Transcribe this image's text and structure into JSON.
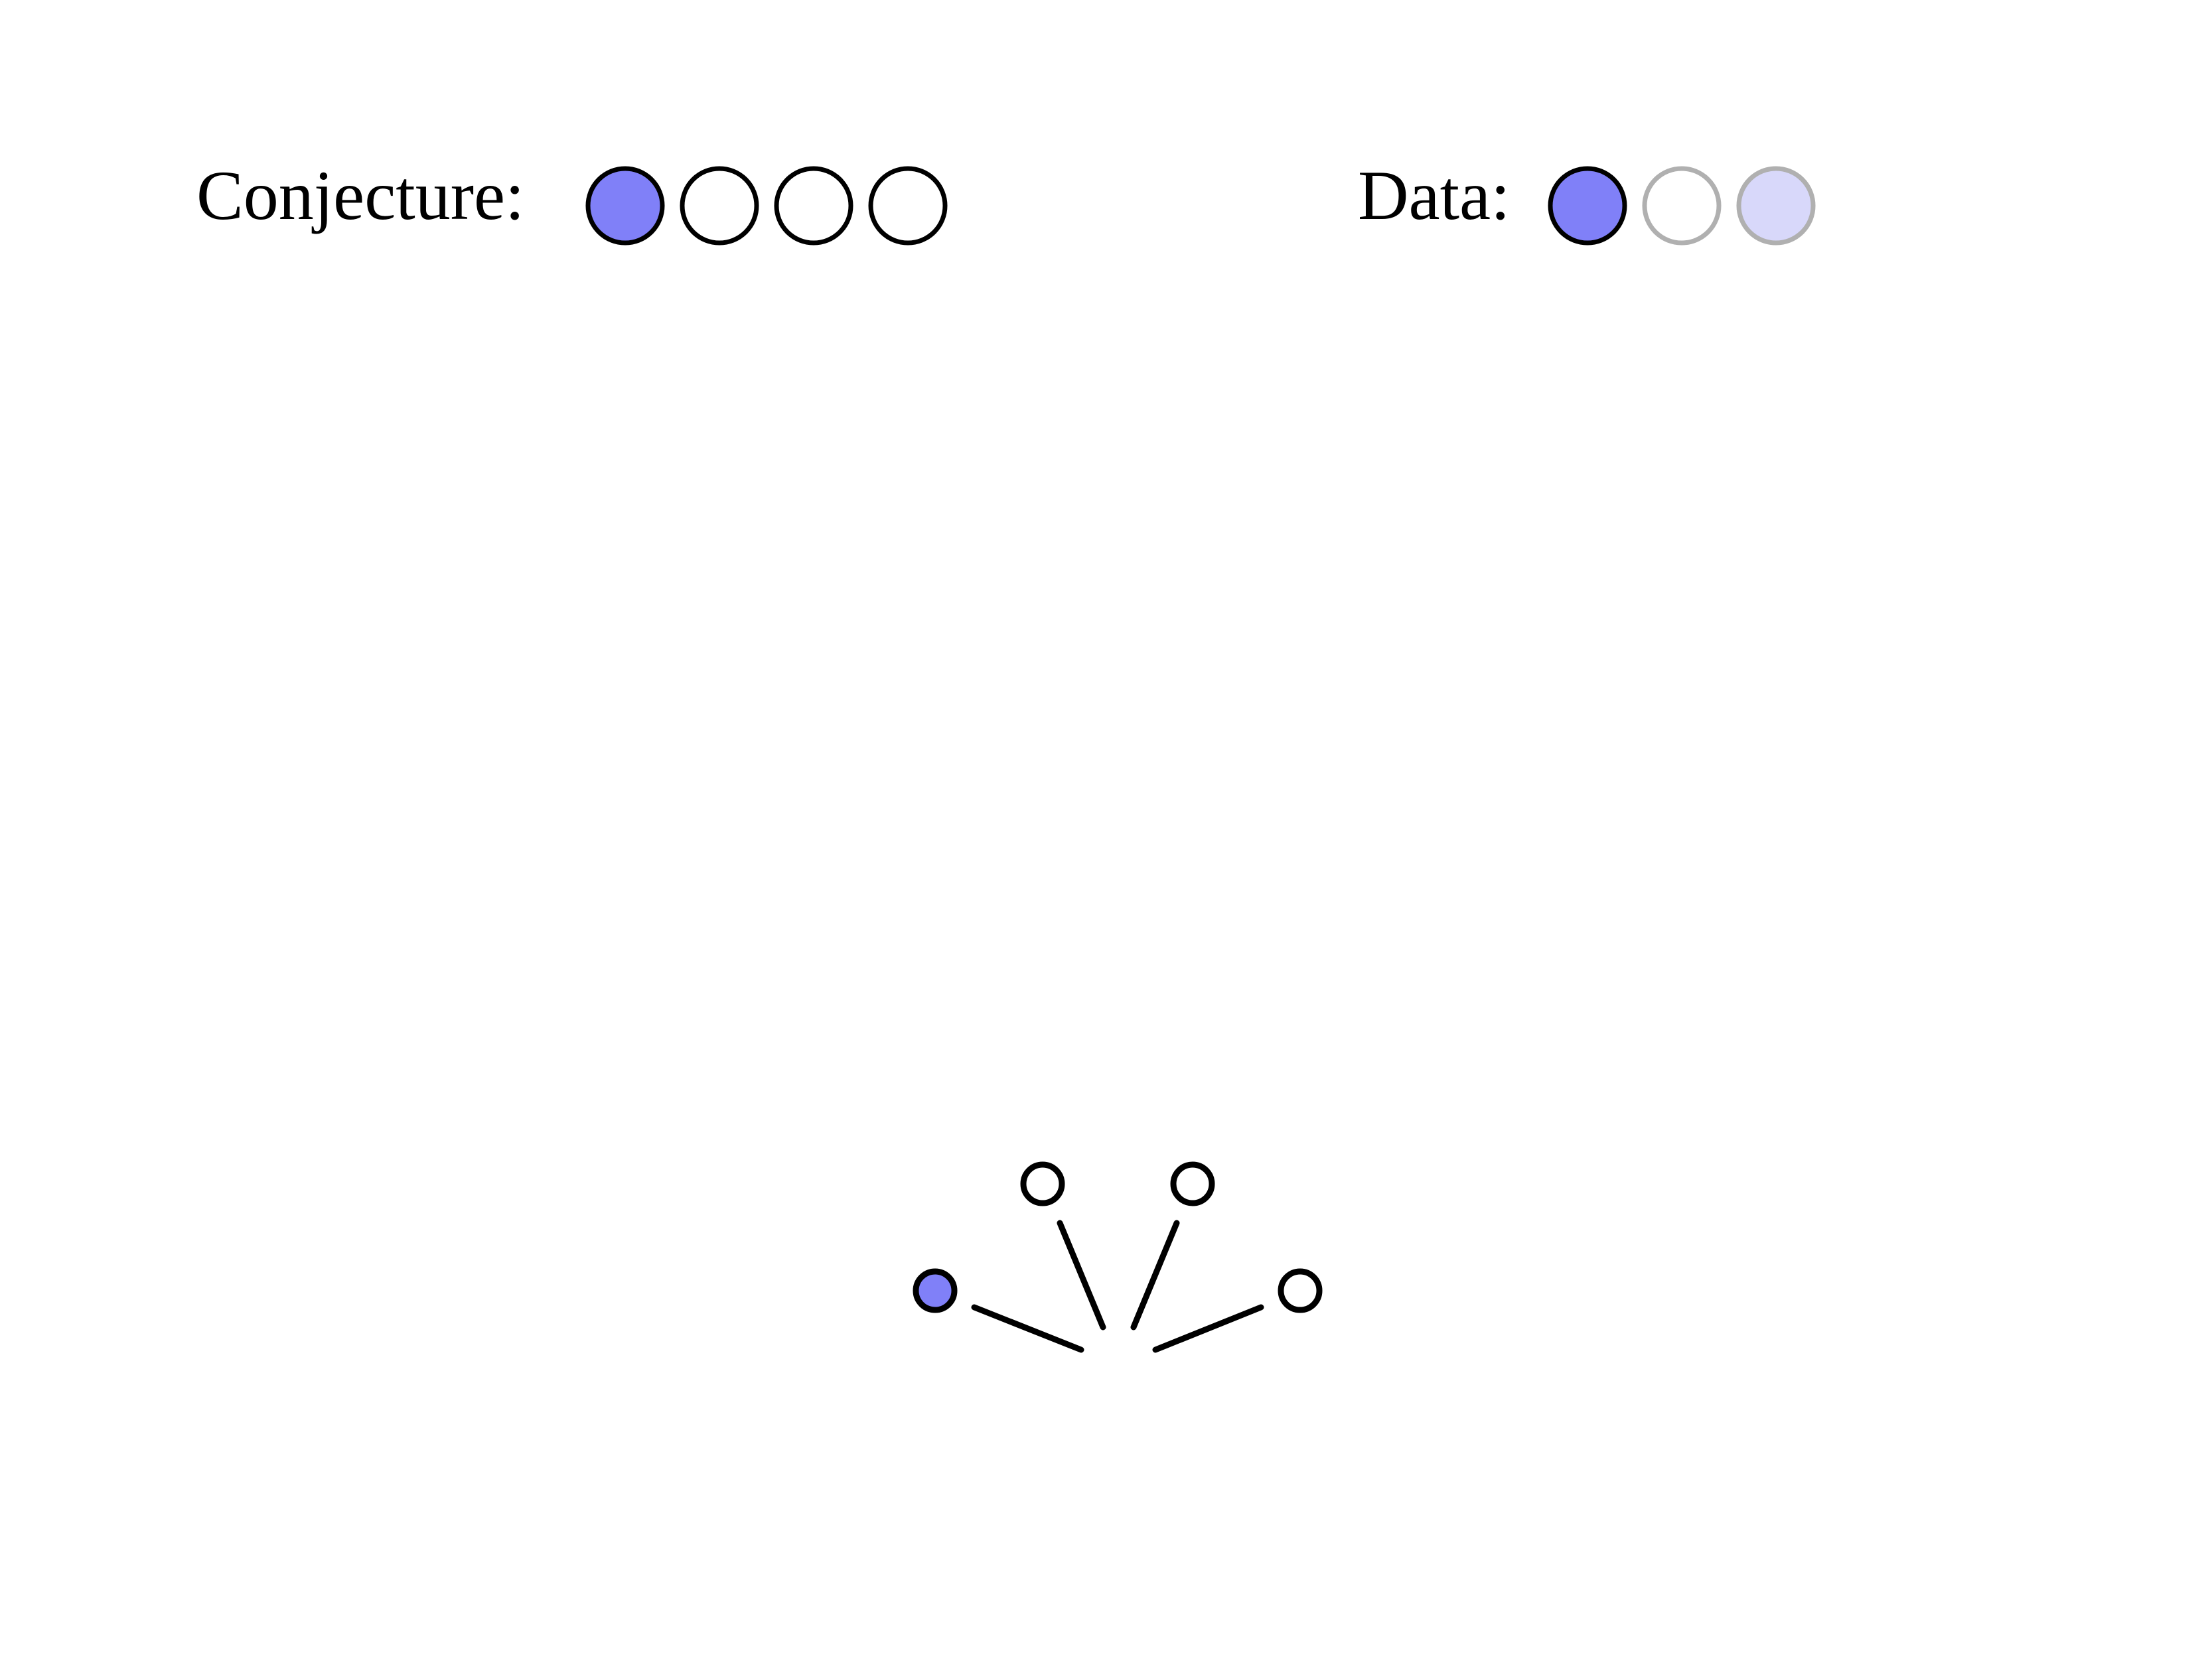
{
  "conjecture": {
    "label": "Conjecture:",
    "circles": [
      "filled",
      "empty",
      "empty",
      "empty"
    ]
  },
  "data": {
    "label": "Data:",
    "circles": [
      "filled",
      "empty-faded",
      "filled-faded"
    ]
  },
  "tree": {
    "leaves": [
      "filled",
      "empty",
      "empty",
      "empty"
    ]
  },
  "colors": {
    "fill": "#8080f8",
    "fill_faded": "#d8d8fa",
    "stroke": "#000000",
    "stroke_faded": "#b0b0b0",
    "empty": "#ffffff"
  }
}
